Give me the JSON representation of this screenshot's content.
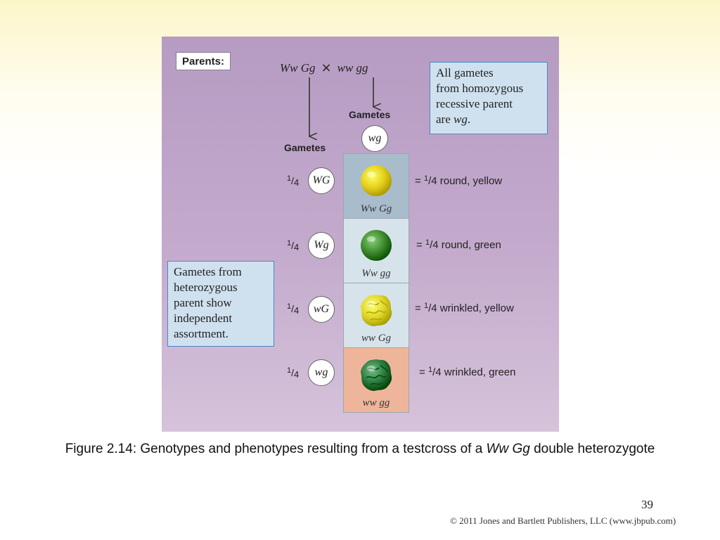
{
  "figure": {
    "parents_label": "Parents:",
    "parent1": "Ww Gg",
    "cross_symbol": "×",
    "parent2": "ww gg",
    "gametes_left_label": "Gametes",
    "gametes_right_label": "Gametes",
    "recessive_gamete": "wg",
    "rows": [
      {
        "fraction_num": "1",
        "fraction_den": "4",
        "gamete": "WG",
        "genotype": "Ww Gg",
        "phenotype_prefix": "= ",
        "phenotype_num": "1",
        "phenotype_den": "4",
        "phenotype": "round, yellow",
        "pea_color": "#e4cf1c",
        "pea_shape": "round",
        "cell_bg": "#a8bccb"
      },
      {
        "fraction_num": "1",
        "fraction_den": "4",
        "gamete": "Wg",
        "genotype": "Ww gg",
        "phenotype_prefix": "= ",
        "phenotype_num": "1",
        "phenotype_den": "4",
        "phenotype": "round, green",
        "pea_color": "#3f8a2e",
        "pea_shape": "round",
        "cell_bg": "#d7e3ea"
      },
      {
        "fraction_num": "1",
        "fraction_den": "4",
        "gamete": "wG",
        "genotype": "ww Gg",
        "phenotype_prefix": "= ",
        "phenotype_num": "1",
        "phenotype_den": "4",
        "phenotype": "wrinkled, yellow",
        "pea_color": "#dfd62a",
        "pea_shape": "wrinkled",
        "cell_bg": "#d7e3ea"
      },
      {
        "fraction_num": "1",
        "fraction_den": "4",
        "gamete": "wg",
        "genotype": "ww gg",
        "phenotype_prefix": "= ",
        "phenotype_num": "1",
        "phenotype_den": "4",
        "phenotype": "wrinkled, green",
        "pea_color": "#2c7a3e",
        "pea_shape": "wrinkled",
        "cell_bg": "#efb59a"
      }
    ],
    "note_homozygous": [
      "All gametes",
      "from homozygous",
      "recessive parent",
      "are "
    ],
    "note_homozygous_emph": "wg",
    "note_homozygous_end": ".",
    "note_heterozygous": [
      "Gametes from",
      "heterozygous",
      "parent show",
      "independent",
      "assortment."
    ]
  },
  "caption": {
    "text_before": "Figure 2.14: Genotypes and phenotypes resulting from a testcross of a ",
    "italic": "Ww Gg",
    "text_after": " double heterozygote"
  },
  "page_number": "39",
  "copyright": "© 2011 Jones and Bartlett Publishers, LLC (www.jbpub.com)",
  "colors": {
    "figure_bg": "#c4abcd",
    "note_bg": "#cfe1ef",
    "note_border": "#4b86c6"
  }
}
